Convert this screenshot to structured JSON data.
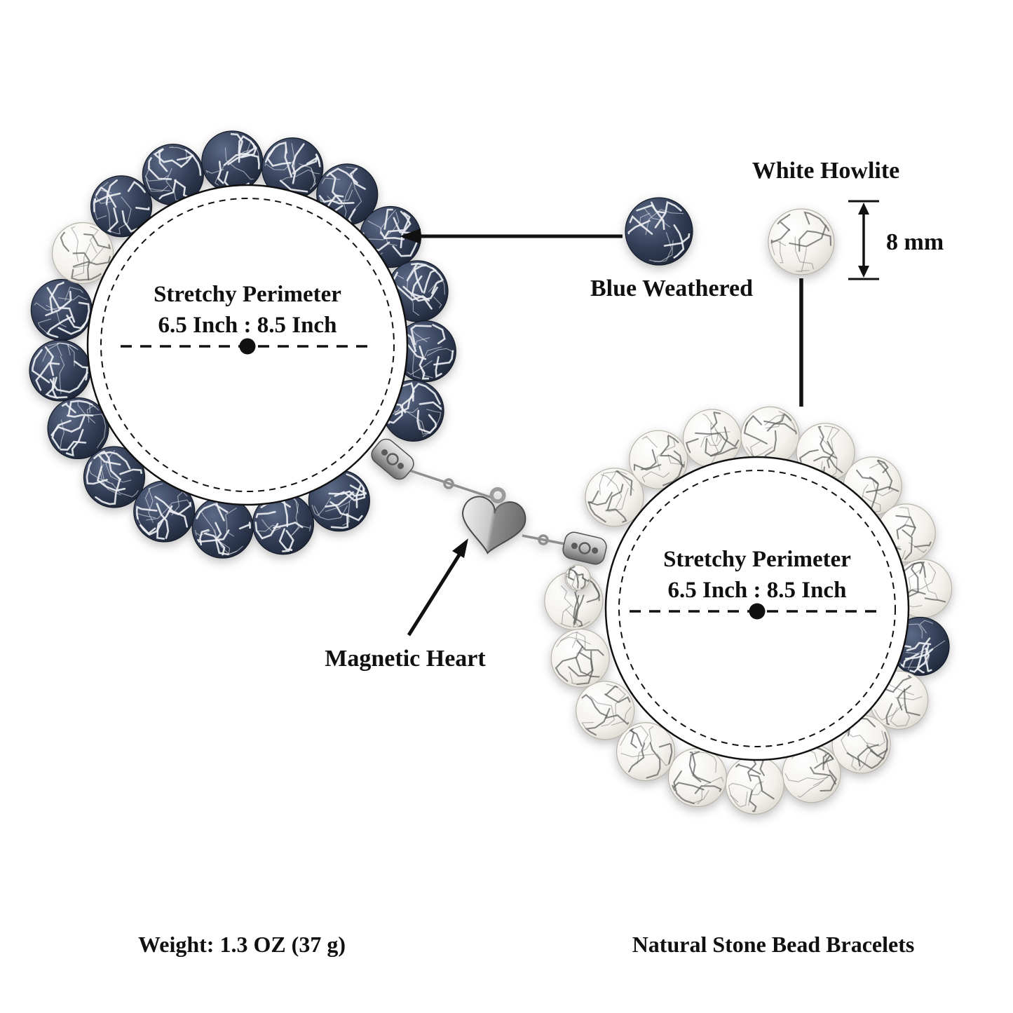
{
  "page": {
    "background": "#ffffff"
  },
  "callouts": {
    "white_howlite": {
      "label": "White Howlite"
    },
    "blue_weathered": {
      "label": "Blue Weathered"
    },
    "magnetic_heart": {
      "label": "Magnetic Heart"
    },
    "bead_size": {
      "label": "8 mm"
    }
  },
  "bracelets": {
    "blue": {
      "material": "Blue Weathered",
      "perimeter_title": "Stretchy Perimeter",
      "perimeter_value": "6.5 Inch : 8.5 Inch",
      "bead_count": 18,
      "accent_bead_material": "White Howlite",
      "colors": {
        "light": "#5c6a86",
        "base": "#323d55",
        "dark": "#1a2232",
        "vein": "#edeff3"
      }
    },
    "white": {
      "material": "White Howlite",
      "perimeter_title": "Stretchy Perimeter",
      "perimeter_value": "6.5 Inch : 8.5 Inch",
      "bead_count": 18,
      "accent_bead_material": "Blue Weathered",
      "colors": {
        "light": "#ffffff",
        "base": "#f3f1ec",
        "dark": "#d7d4cb",
        "vein": "#5d5d5d"
      }
    }
  },
  "hardware": {
    "clasp_label": "Magnetic Heart",
    "colors": {
      "silver_light": "#ececec",
      "silver_mid": "#bdbdbd",
      "silver_dark": "#6b6b6b"
    }
  },
  "footer": {
    "weight": "Weight: 1.3 OZ (37 g)",
    "title": "Natural Stone Bead Bracelets"
  }
}
